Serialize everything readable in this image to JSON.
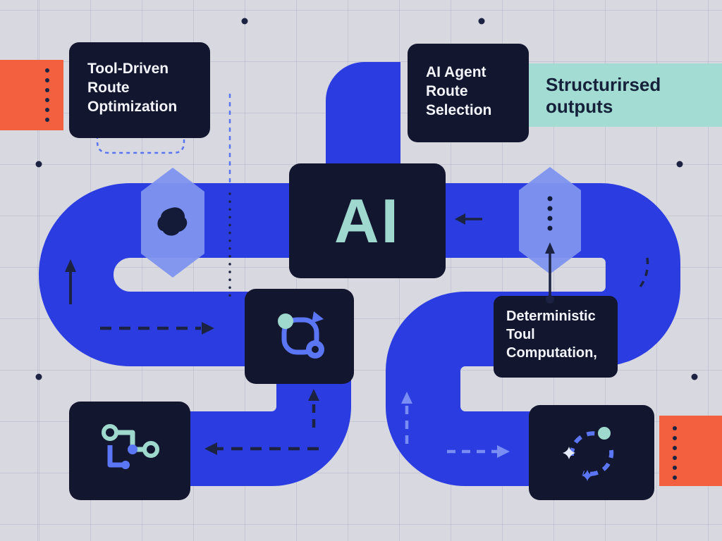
{
  "colors": {
    "background": "#d7d8e0",
    "road_blue": "#2b3de1",
    "card_navy": "#12172f",
    "teal_banner": "#a3dcd2",
    "orange_accent": "#f2603f",
    "hexagon_blue": "#8093ef",
    "arrow_navy": "#1c2342",
    "arrow_light_blue": "#7a8df5",
    "text_white": "#f2f4f9",
    "text_navy": "#15203a",
    "ai_teal": "#9ed8ce",
    "icon_teal": "#9fd9ce",
    "icon_blue": "#5b76f5"
  },
  "cards": {
    "tool_driven": {
      "lines": [
        "Tool-Driven",
        "Route",
        "Optimization"
      ]
    },
    "ai_agent": {
      "lines": [
        "AI Agent",
        "Route",
        "Selection"
      ]
    },
    "ai_center": {
      "label": "AI"
    },
    "deterministic": {
      "lines": [
        "Deterministic",
        "Toul",
        "Computation,"
      ]
    }
  },
  "banner": {
    "lines": [
      "Structurirsed",
      "outputs"
    ]
  },
  "icons": {
    "route_nodes": "route-nodes-icon",
    "cycle_refresh": "cycle-refresh-icon",
    "dashed_loop_sparkles": "dashed-loop-sparkles-icon",
    "blob": "blob-marker-icon",
    "hexagon": "hexagon-marker",
    "ellipsis": "vertical-ellipsis-dots"
  }
}
